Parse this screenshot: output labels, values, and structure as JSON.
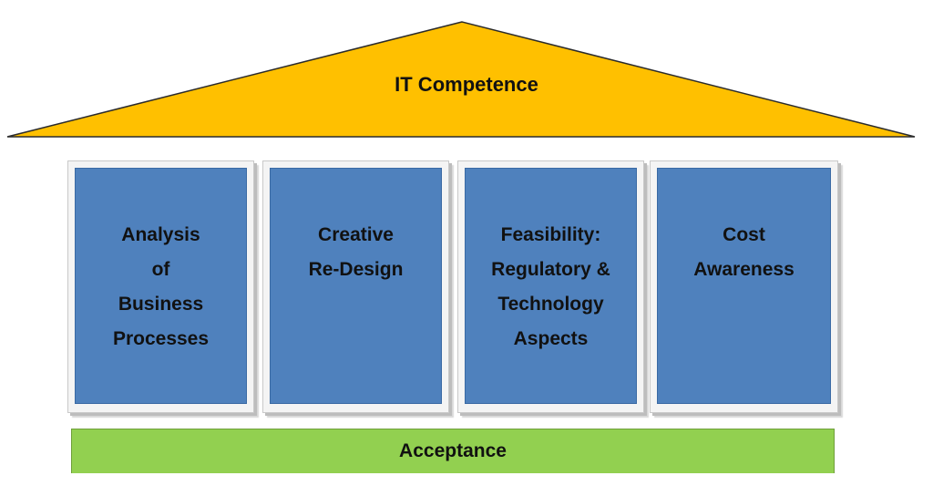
{
  "roof": {
    "label": "IT Competence",
    "color": "#ffc000"
  },
  "pillars": [
    {
      "label": "Analysis\nof\nBusiness\nProcesses"
    },
    {
      "label": "Creative\nRe-Design"
    },
    {
      "label": "Feasibility:\nRegulatory &\nTechnology\nAspects"
    },
    {
      "label": "Cost\nAwareness"
    }
  ],
  "pillar_color": "#4f81bd",
  "base": {
    "label": "Acceptance",
    "color": "#92d050"
  }
}
